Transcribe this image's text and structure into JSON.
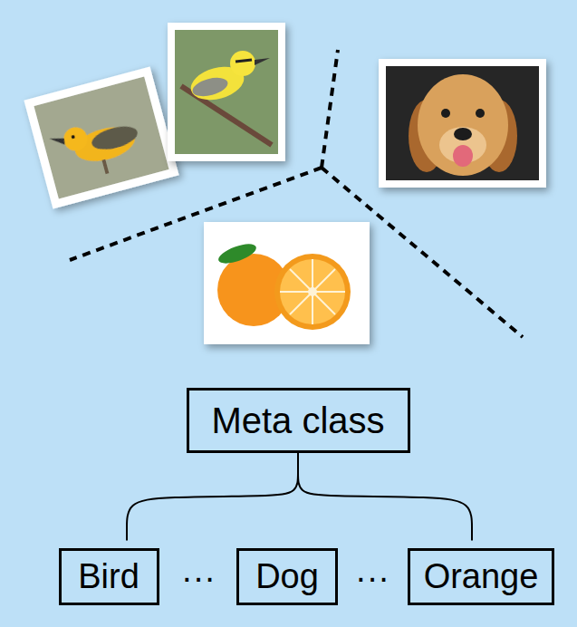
{
  "diagram": {
    "nodes": [
      {
        "text": [
          "Meta class"
        ]
      },
      {
        "text": [
          "Bird"
        ]
      },
      {
        "text": [
          "Dog"
        ]
      },
      {
        "text": [
          "Orange"
        ]
      }
    ],
    "edges": [
      {
        "from": 0,
        "to": 1,
        "arrow": "none"
      },
      {
        "from": 0,
        "to": 3,
        "arrow": "none"
      }
    ],
    "labels": [
      "···",
      "···"
    ]
  }
}
